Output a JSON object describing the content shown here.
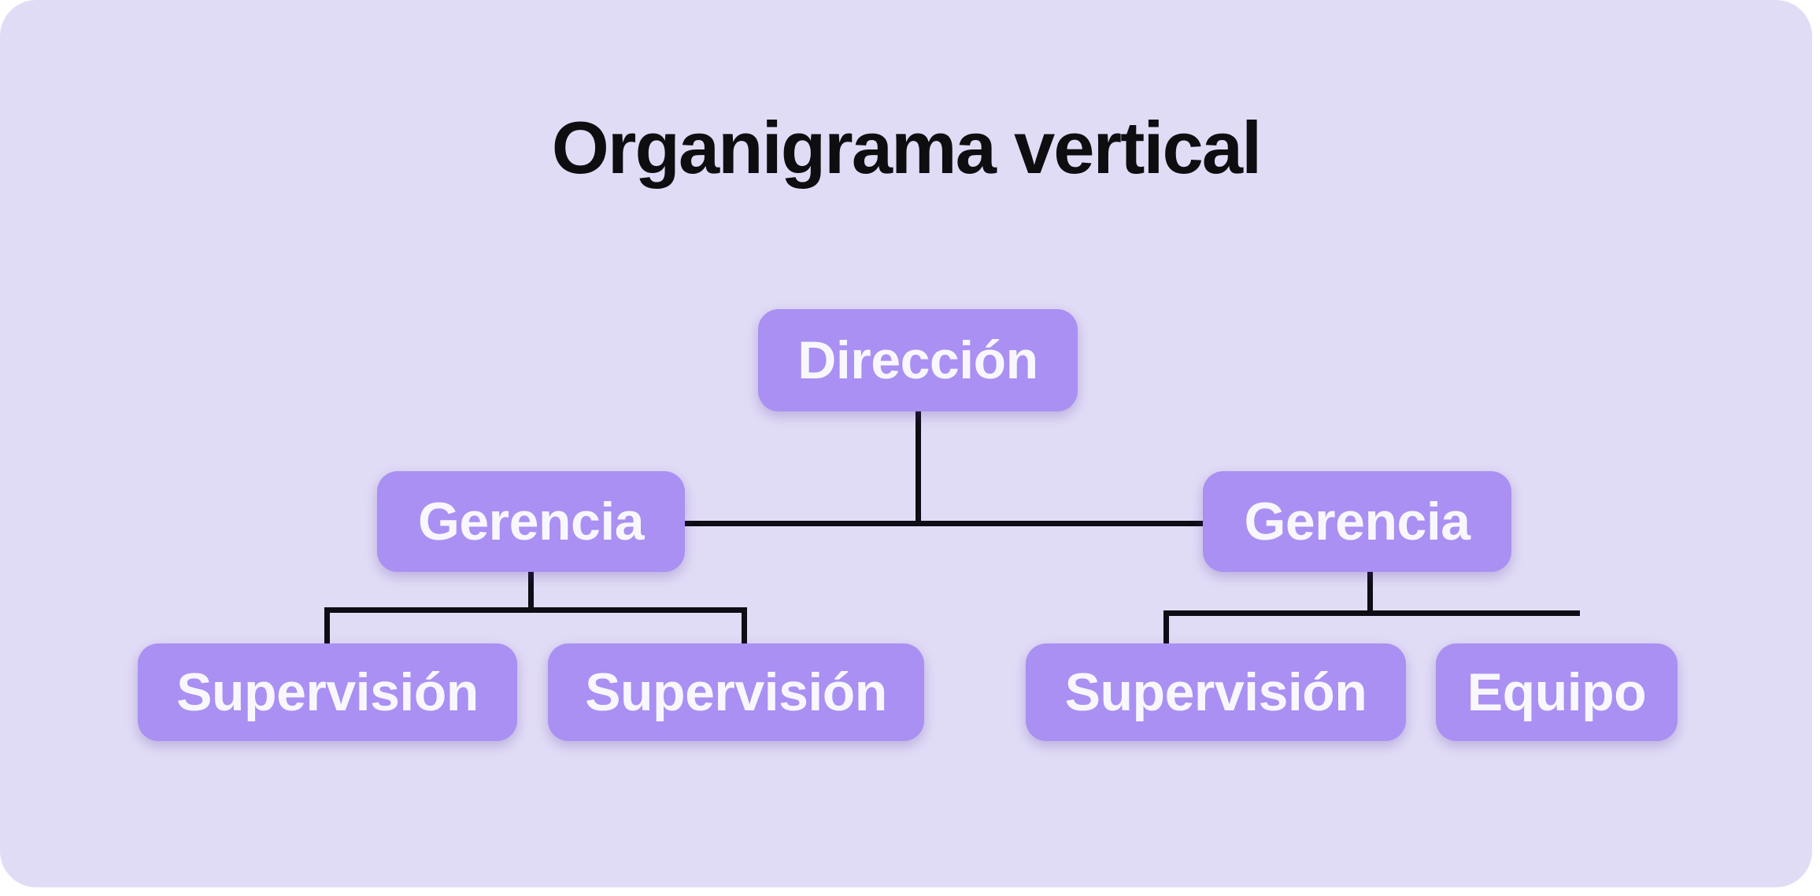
{
  "title": "Organigrama vertical",
  "colors": {
    "page-bg": "#ffffff",
    "card-bg": "#e1dcf6",
    "node-bg": "#a990f2",
    "node-text": "#f9f7fe",
    "line": "#0e0c14",
    "title-color": "#0e0e11"
  },
  "nodes": {
    "direccion": "Dirección",
    "gerencia_left": "Gerencia",
    "gerencia_right": "Gerencia",
    "supervision_left_1": "Supervisión",
    "supervision_left_2": "Supervisión",
    "supervision_right": "Supervisión",
    "equipo": "Equipo"
  },
  "chart_data": {
    "type": "org-chart",
    "title": "Organigrama vertical",
    "orientation": "vertical",
    "root": {
      "label": "Dirección",
      "children": [
        {
          "label": "Gerencia",
          "children": [
            {
              "label": "Supervisión"
            },
            {
              "label": "Supervisión"
            }
          ]
        },
        {
          "label": "Gerencia",
          "children": [
            {
              "label": "Supervisión"
            },
            {
              "label": "Equipo"
            }
          ]
        }
      ]
    }
  }
}
